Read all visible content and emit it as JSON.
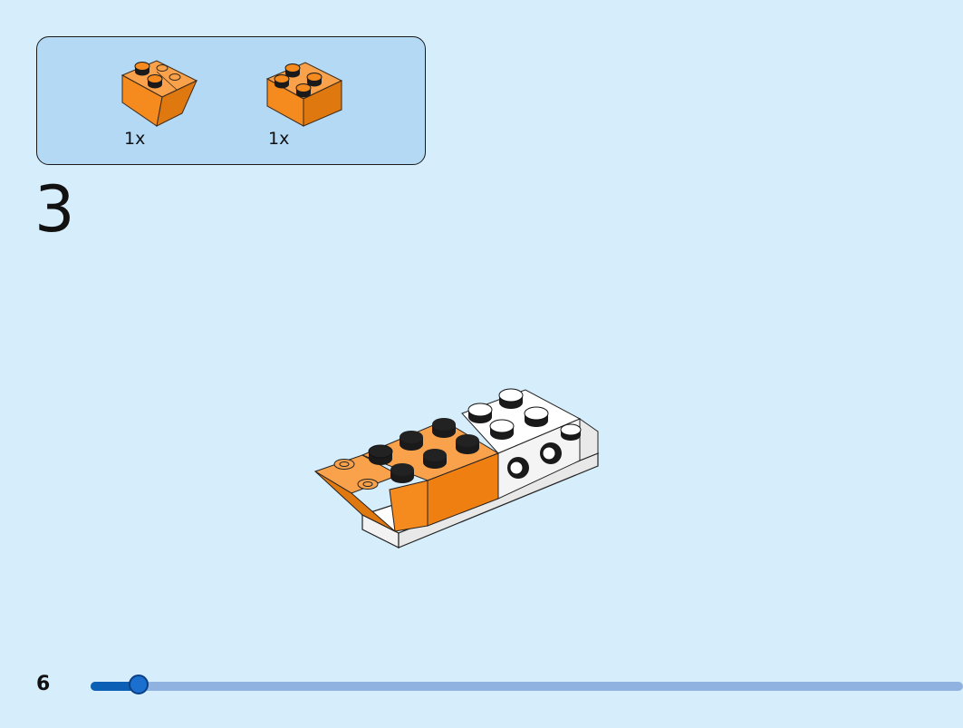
{
  "step": {
    "number": "3"
  },
  "page": {
    "number": "6"
  },
  "progress": {
    "fraction": 0.055
  },
  "parts": [
    {
      "name": "orange-inverted-slope-brick",
      "color": "#f7891f",
      "quantity": "1x"
    },
    {
      "name": "orange-2x2-brick",
      "color": "#f7891f",
      "quantity": "1x"
    }
  ],
  "colors": {
    "background": "#d6edfb",
    "parts_panel": "#b3d9f5",
    "brick_orange": "#f7891f",
    "brick_white": "#ffffff",
    "progress_track": "#8fb2e0",
    "progress_fill": "#0b5fb4"
  }
}
